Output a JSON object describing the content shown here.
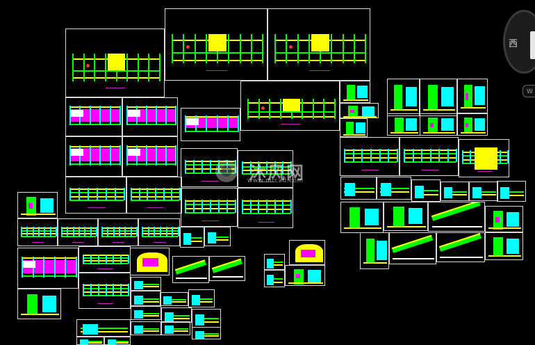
{
  "viewcube": {
    "compass_label": "西",
    "wcs_label": "W"
  },
  "watermark": {
    "title": "沐风网",
    "url": "www.mfcad.com"
  },
  "colors": {
    "background": "#000000",
    "frame": "#d8d8d8",
    "green": "#00ff00",
    "yellow": "#ffff00",
    "magenta": "#ff00ff",
    "cyan": "#00ffff",
    "red": "#ff3030",
    "white": "#ffffff"
  },
  "drawing_sheets_note": ""
}
